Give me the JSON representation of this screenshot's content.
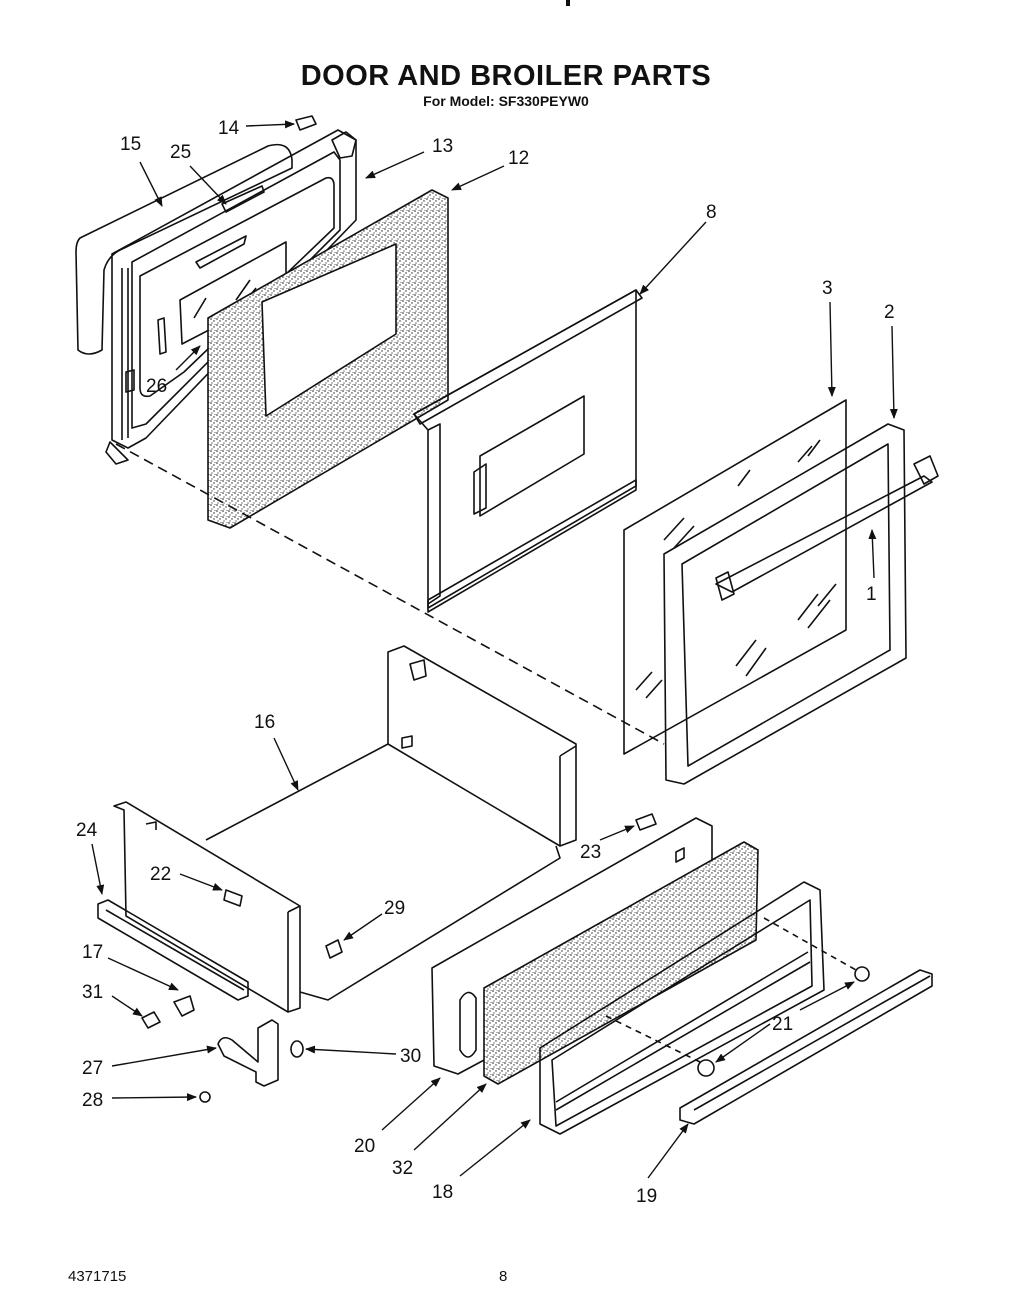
{
  "header": {
    "title": "DOOR AND BROILER PARTS",
    "model": "For Model: SF330PEYW0"
  },
  "footer": {
    "doc_number": "4371715",
    "page_number": "8"
  },
  "diagram": {
    "callouts": [
      "1",
      "2",
      "3",
      "8",
      "12",
      "13",
      "14",
      "15",
      "16",
      "17",
      "18",
      "19",
      "20",
      "21",
      "22",
      "23",
      "24",
      "25",
      "26",
      "27",
      "28",
      "29",
      "30",
      "31",
      "32"
    ]
  }
}
